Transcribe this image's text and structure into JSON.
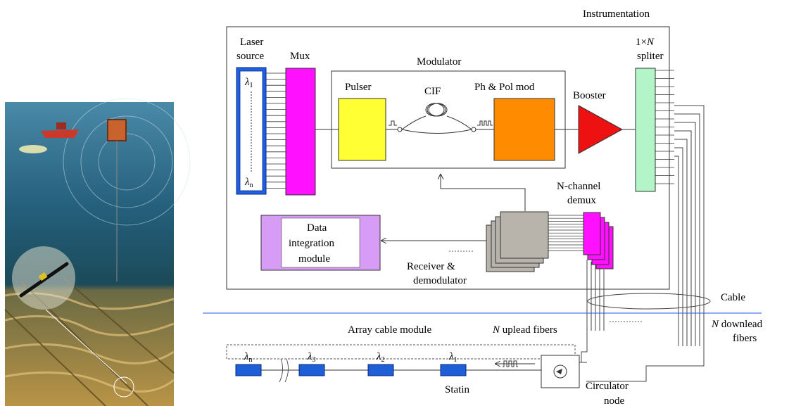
{
  "instrumentation": {
    "title": "Instrumentation",
    "laser_source": {
      "line1": "Laser",
      "line2": "source",
      "lambda_top": "λ",
      "lambda_top_sub": "1",
      "lambda_bottom": "λ",
      "lambda_bottom_sub": "n"
    },
    "mux": "Mux",
    "modulator": "Modulator",
    "pulser": "Pulser",
    "cif": "CIF",
    "ph_pol_mod": "Ph & Pol mod",
    "booster": "Booster",
    "splitter": {
      "line1_prefix": "1×",
      "line1_n": "N",
      "line2": "spliter"
    },
    "demux": {
      "line1": "N-channel",
      "line2": "demux"
    },
    "data_module": {
      "line1": "Data",
      "line2": "integration",
      "line3": "module"
    },
    "receiver": {
      "line1": "Receiver &",
      "line2": "demodulator"
    }
  },
  "cable": "Cable",
  "downlead": {
    "line1_n": "N",
    "line1_rest": " downlead",
    "line2": "fibers"
  },
  "array": {
    "title": "Array cable module",
    "uplead_n": "N",
    "uplead_rest": " uplead fibers",
    "stations": [
      {
        "sym": "λ",
        "sub": "n"
      },
      {
        "sym": "λ",
        "sub": "3"
      },
      {
        "sym": "λ",
        "sub": "2"
      },
      {
        "sym": "λ",
        "sub": "1"
      }
    ],
    "station_label": "Statin",
    "circulator": {
      "line1": "Circulator",
      "line2": "node"
    }
  },
  "colors": {
    "laser": "#1f5fe6",
    "mux": "#ff10ff",
    "pulser": "#ffff33",
    "phmod": "#ff8c00",
    "booster": "#ee1111",
    "splitter": "#b3f5c8",
    "data": "#d79cf5",
    "receiver": "#b8b4ac",
    "station": "#1e5fd8",
    "separator": "#2a56e8"
  },
  "illustration": {
    "icon": "seafloor-cable-illustration"
  }
}
